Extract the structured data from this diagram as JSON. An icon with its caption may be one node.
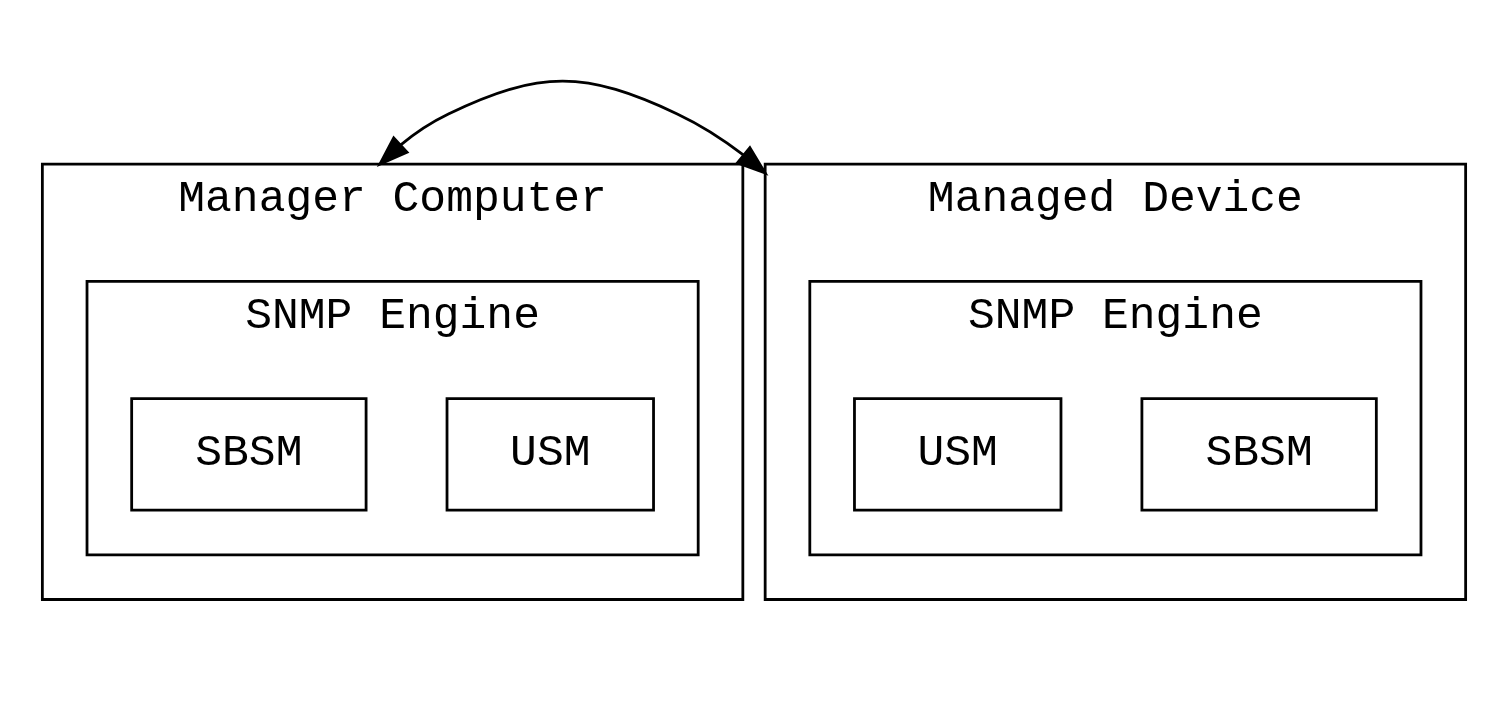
{
  "diagram": {
    "nodes": [
      {
        "text": [
          "Manager Computer"
        ]
      },
      {
        "text": [
          "SNMP Engine"
        ],
        "in": 0
      },
      {
        "text": [
          "USM"
        ],
        "in": 1
      },
      {
        "text": [
          "SBSM"
        ],
        "in": 1
      },
      {
        "text": [
          "Managed Device"
        ]
      },
      {
        "text": [
          "SNMP Engine"
        ],
        "in": 4
      },
      {
        "text": [
          "SBSM"
        ],
        "in": 5
      },
      {
        "text": [
          "USM"
        ],
        "in": 5
      }
    ],
    "edges": [
      {
        "from": 0,
        "to": 4,
        "arrow": "both"
      }
    ]
  }
}
